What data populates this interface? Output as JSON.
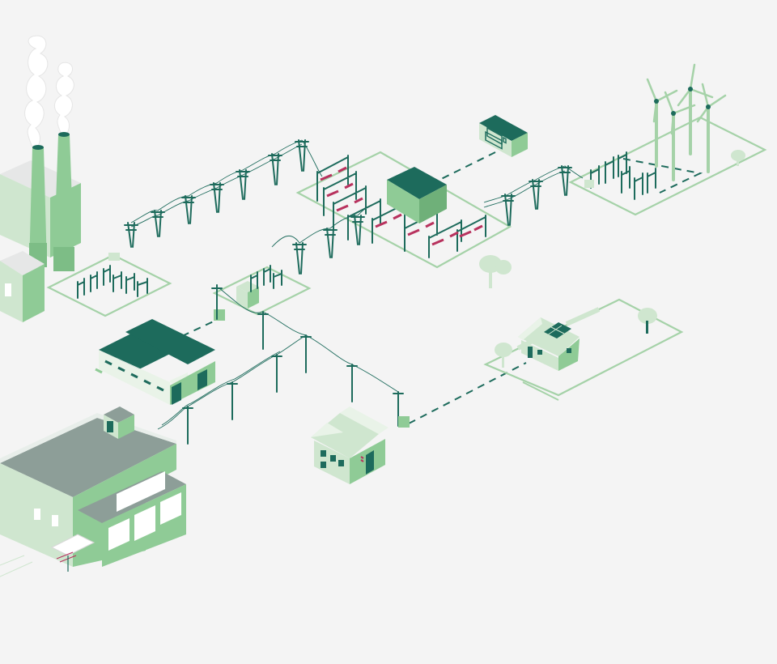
{
  "colors": {
    "background": "#f4f4f4",
    "dark_green": "#1d6b5c",
    "mid_green": "#8fcb96",
    "light_green": "#cfe6cf",
    "fence_green": "#a5d2a8",
    "insulator_red": "#b8325e",
    "smoke_white": "#ffffff"
  },
  "elements": [
    "power-plant",
    "transmission-line",
    "step-up-substation",
    "main-substation",
    "battery-storage",
    "wind-farm",
    "distribution-substation",
    "warehouse",
    "factory",
    "house",
    "solar-house"
  ]
}
